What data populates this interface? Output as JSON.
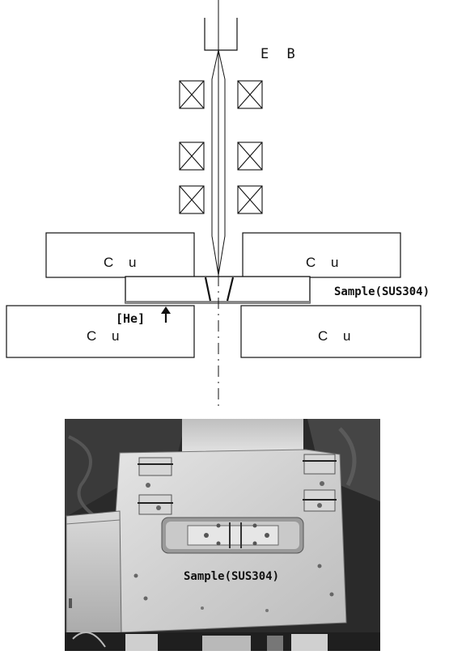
{
  "diagram": {
    "beam_label": "E B",
    "cu_top_left": "C u",
    "cu_top_right": "C u",
    "cu_bottom_left": "C u",
    "cu_bottom_right": "C u",
    "sample_label": "Sample(SUS304)",
    "gas_label": "[He]",
    "coil_icon": "crossed-box-icon",
    "arrow_icon": "up-arrow-icon"
  },
  "photo": {
    "sample_label": "Sample(SUS304)"
  }
}
